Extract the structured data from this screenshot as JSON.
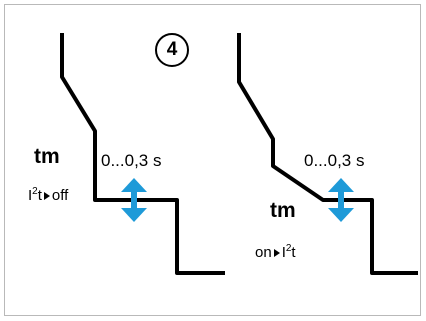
{
  "badge": {
    "number": "4"
  },
  "left_curve": {
    "tm_label": "tm",
    "time_range": "0...0,3 s",
    "mode": {
      "prefix": "I",
      "sup": "2",
      "suffix": "t",
      "state": "off"
    }
  },
  "right_curve": {
    "tm_label": "tm",
    "time_range": "0...0,3 s",
    "mode": {
      "state": "on",
      "prefix": "I",
      "sup": "2",
      "suffix": "t"
    }
  },
  "colors": {
    "curve": "#000000",
    "adjust_arrow": "#1e9ad8",
    "frame": "#b9b9b9"
  },
  "icons": {
    "adjust": "double-arrow-vertical-icon",
    "toggle": "triangle-right-icon"
  }
}
